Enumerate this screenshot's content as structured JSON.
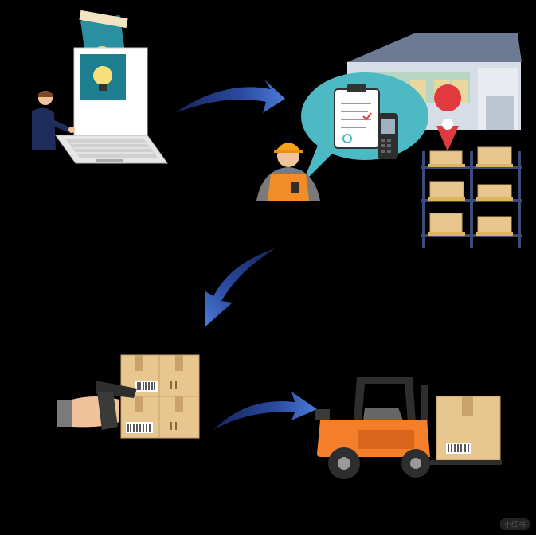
{
  "diagram": {
    "steps": [
      {
        "id": "order",
        "icon": "laptop-user-icon"
      },
      {
        "id": "warehouse-check",
        "icon": "warehouse-worker-icon"
      },
      {
        "id": "barcode-scan",
        "icon": "barcode-scanner-icon"
      },
      {
        "id": "forklift-delivery",
        "icon": "forklift-icon"
      }
    ],
    "connectors": [
      "arrow-1-to-2",
      "arrow-2-to-3",
      "arrow-3-to-4"
    ],
    "colors": {
      "background": "#000000",
      "arrow_dark": "#1e2f6e",
      "arrow_light": "#3a66c4",
      "box": "#e8c690",
      "box_tape": "#c9a36a",
      "forklift": "#f47f2a",
      "bubble": "#4cb9c4",
      "pin": "#e0393e"
    }
  },
  "watermark": {
    "text": "小红书"
  }
}
